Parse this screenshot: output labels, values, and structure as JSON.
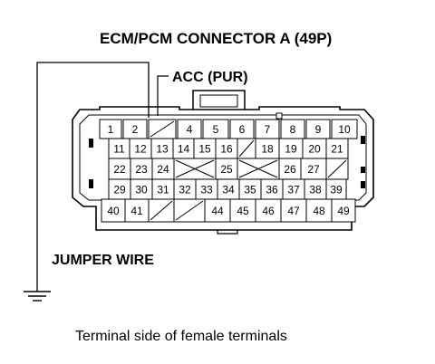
{
  "title": "ECM/PCM CONNECTOR A (49P)",
  "acc_label": "ACC (PUR)",
  "jumper_label": "JUMPER WIRE",
  "caption": "Terminal side of female terminals",
  "pins": {
    "row1": [
      {
        "label": "1"
      },
      {
        "label": "2"
      },
      {
        "label": ""
      },
      {
        "label": "4"
      },
      {
        "label": "5"
      },
      {
        "label": "6"
      },
      {
        "label": "7"
      },
      {
        "label": "8"
      },
      {
        "label": "9"
      },
      {
        "label": "10"
      }
    ],
    "row2": [
      {
        "label": "11"
      },
      {
        "label": "12"
      },
      {
        "label": "13"
      },
      {
        "label": "14"
      },
      {
        "label": "15"
      },
      {
        "label": "16"
      },
      {
        "label": ""
      },
      {
        "label": "18"
      },
      {
        "label": "19"
      },
      {
        "label": "20"
      },
      {
        "label": "21"
      }
    ],
    "row3": [
      {
        "label": "22"
      },
      {
        "label": "23"
      },
      {
        "label": "24"
      },
      {
        "label": ""
      },
      {
        "label": "25"
      },
      {
        "label": ""
      },
      {
        "label": "26"
      },
      {
        "label": "27"
      },
      {
        "label": ""
      }
    ],
    "row4": [
      {
        "label": "29"
      },
      {
        "label": "30"
      },
      {
        "label": "31"
      },
      {
        "label": "32"
      },
      {
        "label": "33"
      },
      {
        "label": "34"
      },
      {
        "label": "35"
      },
      {
        "label": "36"
      },
      {
        "label": "37"
      },
      {
        "label": "38"
      },
      {
        "label": "39"
      }
    ],
    "row5": [
      {
        "label": "40"
      },
      {
        "label": "41"
      },
      {
        "label": ""
      },
      {
        "label": ""
      },
      {
        "label": "44"
      },
      {
        "label": "45"
      },
      {
        "label": "46"
      },
      {
        "label": "47"
      },
      {
        "label": "48"
      },
      {
        "label": "49"
      }
    ]
  }
}
